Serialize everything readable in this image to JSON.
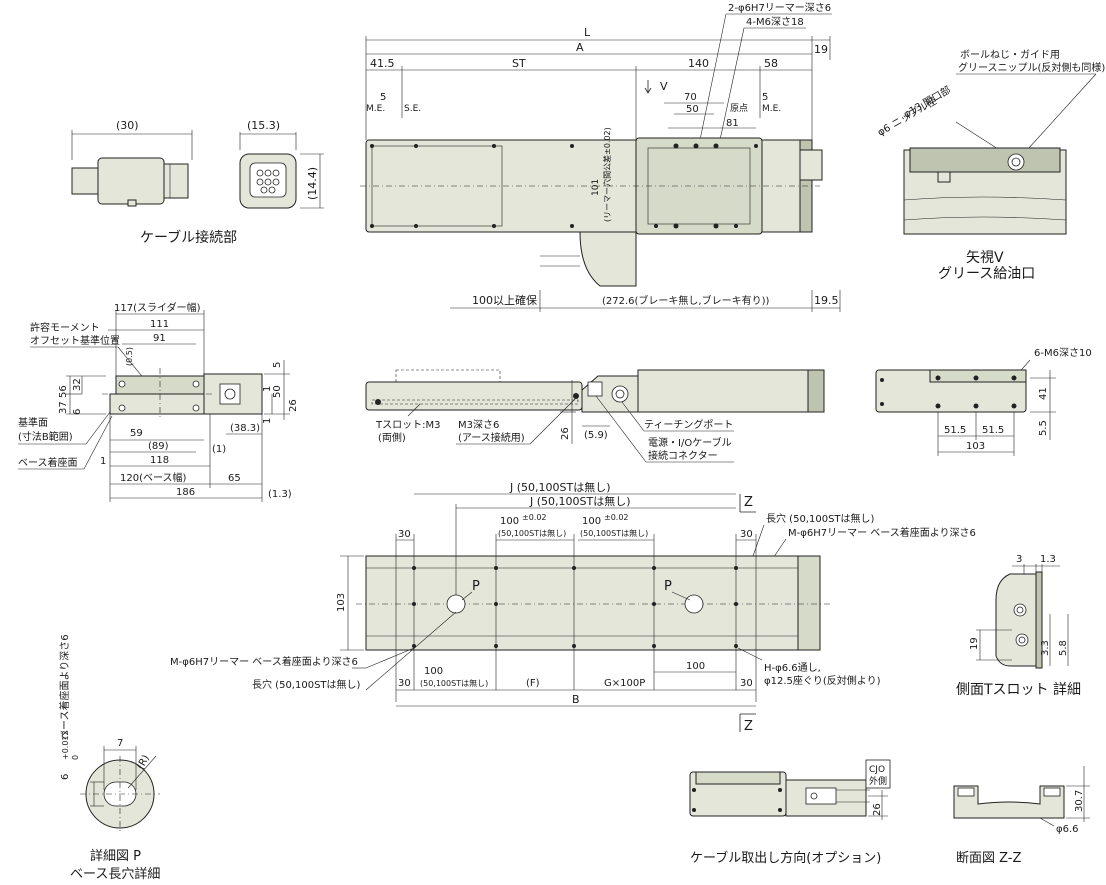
{
  "captions": {
    "cable_connector": "ケーブル接続部",
    "arrow_view": "矢視V",
    "grease_port": "グリース給油口",
    "side_tslot": "側面Tスロット 詳細",
    "detail_p_1": "詳細図 P",
    "detail_p_2": "ベース長穴詳細",
    "cable_option": "ケーブル取出し方向(オプション)",
    "section_zz": "断面図 Z-Z"
  },
  "top_view": {
    "L": "L",
    "A": "A",
    "d19a": "19",
    "d41_5": "41.5",
    "ST": "ST",
    "d140": "140",
    "d58": "58",
    "d5a": "5",
    "me1": "M.E.",
    "se": "S.E.",
    "d70": "70",
    "d50": "50",
    "d81": "81",
    "d5b": "5",
    "genten": "原点",
    "me2": "M.E.",
    "V": "V",
    "reamer": "2-φ6H7リーマー深さ6",
    "m6": "4-M6深さ18",
    "pitch_v1": "101",
    "pitch_v2": "(リーマー穴間公差±0.02)",
    "d100min": "100以上確保",
    "brake": "(272.6(ブレーキ無し,ブレーキ有り))",
    "d19_5": "19.5"
  },
  "cable_dims": {
    "d30": "(30)",
    "d15_3": "(15.3)",
    "d14_4": "(14.4)"
  },
  "grease": {
    "nipple1": "ボールねじ・ガイド用",
    "nipple2": "グリースニップル(反対側も同様)",
    "open13": "φ13 開口部",
    "nip6": "φ6 ニップル径"
  },
  "end_view": {
    "d117": "117(スライダー幅)",
    "d111": "111",
    "d91": "91",
    "d0_5": "(0.5)",
    "moment1": "許容モーメント",
    "moment2": "オフセット基準位置",
    "d56": "56",
    "d32": "32",
    "d37": "37",
    "d6": "6",
    "ref1": "基準面",
    "ref2": "(寸法B範囲)",
    "base_face": "ベース着座面",
    "d59": "59",
    "d89": "(89)",
    "d1a": "1",
    "d118": "118",
    "d1b": "(1)",
    "d120": "120(ベース幅)",
    "d65": "65",
    "d186": "186",
    "d1_3": "(1.3)",
    "d5": "5",
    "d50": "50",
    "d1c": "1",
    "d26": "26",
    "d38_3": "(38.3)",
    "d1d": "1"
  },
  "side_view": {
    "tslot1": "Tスロット:M3",
    "tslot2": "(両側)",
    "m3_1": "M3深さ6",
    "m3_2": "(アース接続用)",
    "d26": "26",
    "d5_9": "(5.9)",
    "teach": "ティーチングポート",
    "conn1": "電源・I/Oケーブル",
    "conn2": "接続コネクター"
  },
  "slider_top": {
    "m6": "6-M6深さ10",
    "d41": "41",
    "d5_5": "5.5",
    "d51a": "51.5",
    "d51b": "51.5",
    "d103": "103"
  },
  "base_view": {
    "J1": "J (50,100STは無し)",
    "J2": "J (50,100STは無し)",
    "Z": "Z",
    "d30a": "30",
    "p100a": "100",
    "tola": "±0.02",
    "subA": "(50,100STは無し)",
    "p100b": "100",
    "tolb": "±0.02",
    "subB": "(50,100STは無し)",
    "d30b": "30",
    "slot_r1": "長穴 (50,100STは無し)",
    "reamer_r": "M-φ6H7リーマー ベース着座面より深さ6",
    "d103": "103",
    "P1": "P",
    "P2": "P",
    "reamer_l": "M-φ6H7リーマー ベース着座面より深さ6",
    "slot_l": "長穴 (50,100STは無し)",
    "d30c": "30",
    "d100c": "100",
    "subC": "(50,100STは無し)",
    "F": "(F)",
    "G": "G×100P",
    "d100d": "100",
    "d30d": "30",
    "B": "B",
    "Z2": "Z",
    "hole1": "H-φ6.6通し,",
    "hole2": "φ12.5座ぐり(反対側より)"
  },
  "tslot_detail": {
    "d3": "3",
    "d1_3": "1.3",
    "d19": "19",
    "d3_3": "3.3",
    "d5_8": "5.8"
  },
  "detail_p": {
    "d7": "7",
    "R": "(R)",
    "d6": "6",
    "tol_top": "+0.012",
    "tol_bot": "0",
    "depth": "ベース着座面より深さ6"
  },
  "cable_opt": {
    "cjo1": "CJO",
    "cjo2": "外側",
    "d26": "26"
  },
  "section": {
    "d30_7": "30.7",
    "d6_6": "φ6.6"
  }
}
